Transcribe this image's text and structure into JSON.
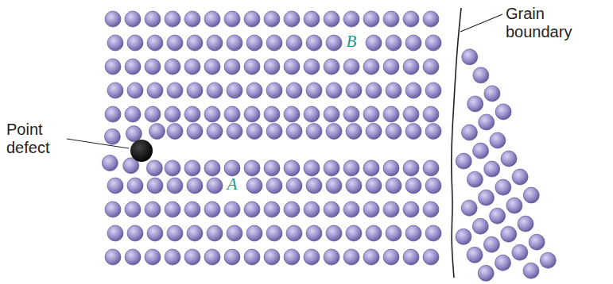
{
  "diagram": {
    "labels": [
      "Point defect",
      "Grain boundary",
      "A",
      "B"
    ]
  }
}
